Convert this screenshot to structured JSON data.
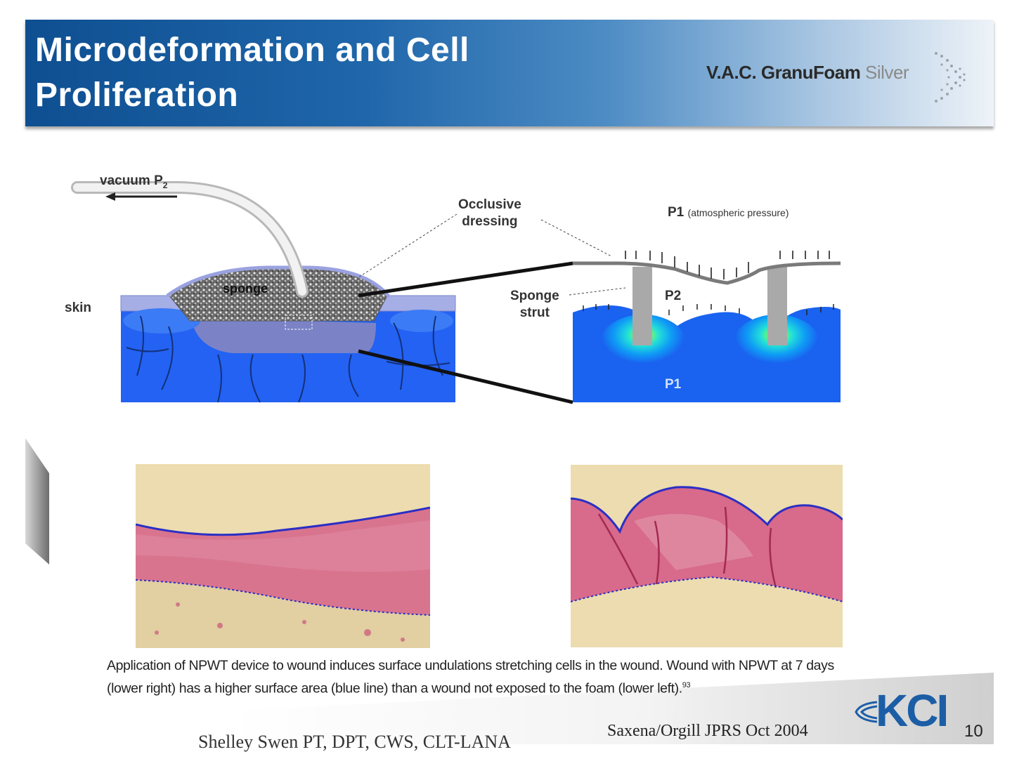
{
  "header": {
    "title": "Microdeformation and Cell Proliferation",
    "brand_main": "V.A.C. GranuFoam",
    "brand_suffix": "Silver"
  },
  "diagram": {
    "vacuum_label": "vacuum P",
    "vacuum_sub": "2",
    "sponge_label": "sponge",
    "skin_label": "skin",
    "occlusive_line1": "Occlusive",
    "occlusive_line2": "dressing",
    "p1_label": "P1",
    "p1_note": "(atmospheric pressure)",
    "strut_line1": "Sponge",
    "strut_line2": "strut",
    "p2_label": "P2",
    "p1_bottom_label": "P1"
  },
  "caption": "Application of NPWT device to wound induces surface undulations stretching cells in the wound.  Wound with NPWT at 7 days (lower right) has a higher surface area (blue line) than a wound not exposed to the foam (lower left).",
  "caption_ref": "93",
  "citation": "Saxena/Orgill JPRS Oct 2004",
  "author": "Shelley Swen PT, DPT, CWS, CLT-LANA",
  "logo_text": "KCI",
  "page_number": "10",
  "colors": {
    "banner_dark": "#0e4f91",
    "tissue_blue": "#1f5ff0",
    "wound_gray": "#7b83c6",
    "histology_pink": "#d9748f",
    "histology_tan": "#ecdcaf",
    "surface_line": "#2b2fc4"
  }
}
